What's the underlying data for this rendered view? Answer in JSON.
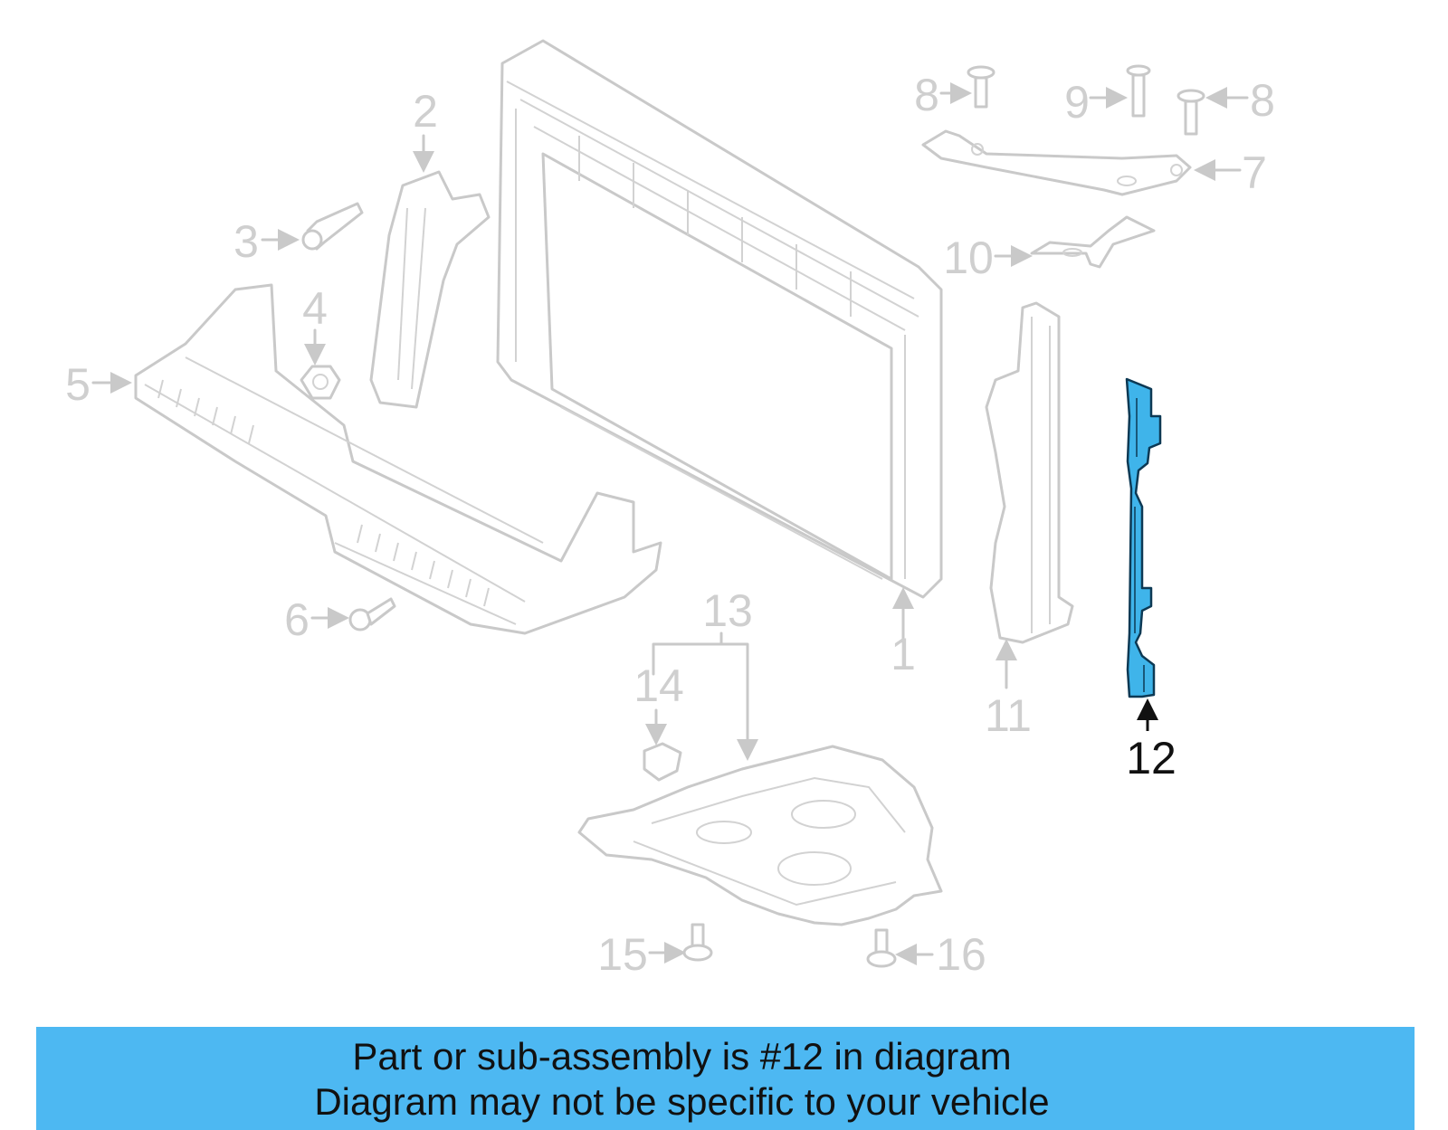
{
  "diagram": {
    "callouts": [
      {
        "id": "1",
        "highlighted": false
      },
      {
        "id": "2",
        "highlighted": false
      },
      {
        "id": "3",
        "highlighted": false
      },
      {
        "id": "4",
        "highlighted": false
      },
      {
        "id": "5",
        "highlighted": false
      },
      {
        "id": "6",
        "highlighted": false
      },
      {
        "id": "7",
        "highlighted": false
      },
      {
        "id": "8",
        "highlighted": false
      },
      {
        "id": "9",
        "highlighted": false
      },
      {
        "id": "10",
        "highlighted": false
      },
      {
        "id": "11",
        "highlighted": false
      },
      {
        "id": "12",
        "highlighted": true
      },
      {
        "id": "13",
        "highlighted": false
      },
      {
        "id": "14",
        "highlighted": false
      },
      {
        "id": "15",
        "highlighted": false
      },
      {
        "id": "16",
        "highlighted": false
      }
    ],
    "colors": {
      "highlight_part": "#3fb4ea",
      "inactive_line": "#c9c9c9",
      "banner": "#4db8f2"
    }
  },
  "banner": {
    "line1": "Part or sub-assembly is #12 in diagram",
    "line2": "Diagram may not be specific to your vehicle"
  }
}
